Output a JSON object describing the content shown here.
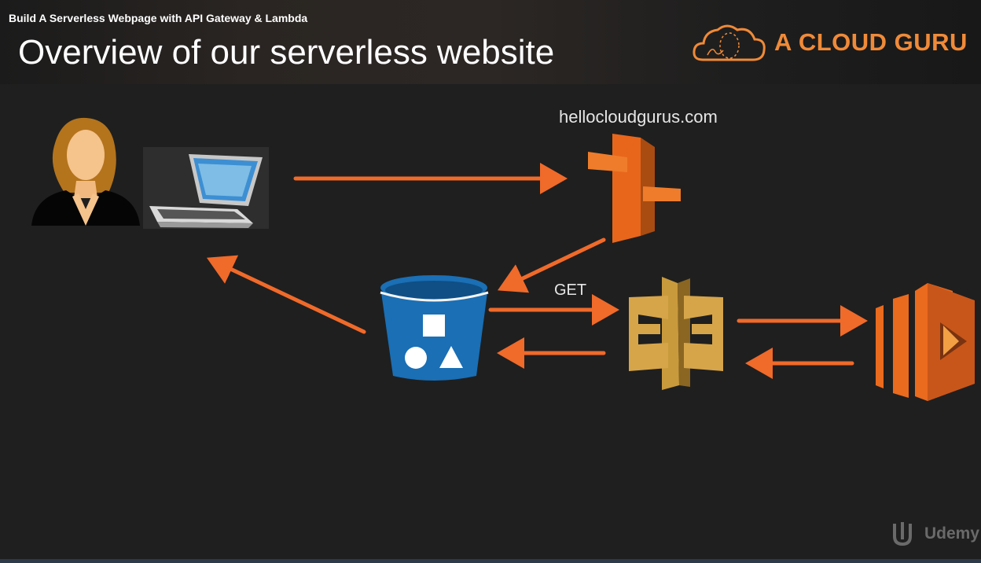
{
  "header": {
    "course_title": "Build A Serverless Webpage with API Gateway & Lambda",
    "slide_title": "Overview of our serverless website",
    "brand": "A CLOUD GURU"
  },
  "diagram": {
    "domain_label": "hellocloudgurus.com",
    "request_label": "GET",
    "nodes": [
      {
        "id": "user",
        "icon": "woman-user-icon"
      },
      {
        "id": "laptop",
        "icon": "laptop-icon"
      },
      {
        "id": "dns",
        "icon": "route53-icon"
      },
      {
        "id": "bucket",
        "icon": "s3-bucket-icon"
      },
      {
        "id": "api",
        "icon": "api-gateway-icon"
      },
      {
        "id": "lambda",
        "icon": "lambda-icon"
      }
    ],
    "arrows": [
      {
        "from": "laptop",
        "to": "dns"
      },
      {
        "from": "dns",
        "to": "bucket"
      },
      {
        "from": "bucket",
        "to": "laptop"
      },
      {
        "from": "bucket",
        "to": "api",
        "label": "GET"
      },
      {
        "from": "api",
        "to": "bucket"
      },
      {
        "from": "api",
        "to": "lambda"
      },
      {
        "from": "lambda",
        "to": "api"
      }
    ],
    "colors": {
      "arrow": "#f06a2a",
      "dns": "#e8661c",
      "bucket": "#1a6fb5",
      "api": "#c99a3c",
      "lambda": "#ea6a1e"
    }
  },
  "watermark": "Udemy"
}
